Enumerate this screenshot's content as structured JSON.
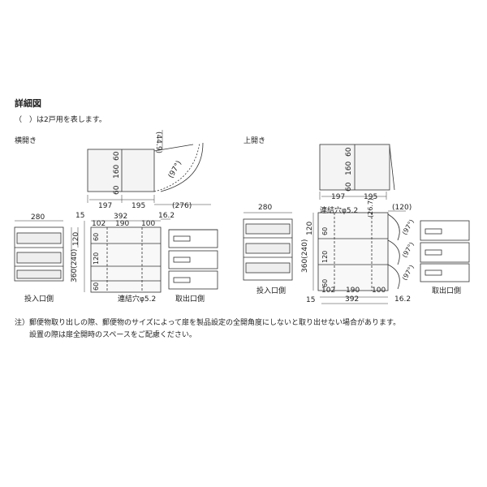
{
  "title": "詳細図",
  "legend": "（　）は2戸用を表します。",
  "sections": {
    "side": "横開き",
    "top": "上開き"
  },
  "side_view": {
    "depth_top": "(44.9)",
    "door_angle": "(97°)",
    "swing_depth": "(276)",
    "front_h1": "60",
    "front_h2": "160",
    "front_h3": "60",
    "bottom_w1": "197",
    "bottom_w2": "195",
    "width_280": "280",
    "offset_15": "15",
    "width_392": "392",
    "offset_162": "16.2",
    "w_102": "102",
    "w_190": "190",
    "w_100": "100",
    "h_120": "120",
    "h_360": "360(240)",
    "u_60a": "60",
    "u_120": "120",
    "u_60b": "60",
    "hole": "連結穴φ5.2",
    "insert_side": "投入口側",
    "takeout_side": "取出口側"
  },
  "top_view": {
    "front_h1": "60",
    "front_h2": "160",
    "front_h3": "60",
    "bottom_w1": "197",
    "bottom_w2": "195",
    "width_280": "280",
    "hole": "連結穴φ5.2",
    "dim_267": "(26.7)",
    "dim_120_top": "(120)",
    "h_120": "120",
    "h_360": "360(240)",
    "u_60a": "60",
    "u_120": "120",
    "u_60b": "60",
    "angle1": "(97°)",
    "angle2": "(97°)",
    "angle3": "(97°)",
    "insert_side": "投入口側",
    "takeout_side": "取出口側",
    "offset_15": "15",
    "w_102": "102",
    "w_190": "190",
    "w_100": "100",
    "width_392": "392",
    "offset_162": "16.2"
  },
  "note": {
    "line1": "注）郵便物取り出しの際、郵便物のサイズによって扉を製品設定の全開角度にしないと取り出せない場合があります。",
    "line2": "設置の際は扉全開時のスペースをご配慮ください。"
  }
}
